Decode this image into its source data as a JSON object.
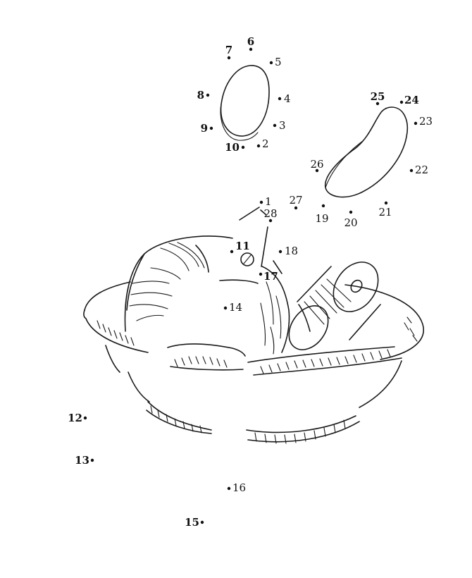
{
  "puzzle": {
    "ink_color": "#111111",
    "background_color": "#ffffff",
    "points": [
      {
        "id": "p1",
        "label": "1"
      },
      {
        "id": "p2",
        "label": "2"
      },
      {
        "id": "p3",
        "label": "3"
      },
      {
        "id": "p4",
        "label": "4"
      },
      {
        "id": "p5",
        "label": "5"
      },
      {
        "id": "p6",
        "label": "6"
      },
      {
        "id": "p7",
        "label": "7"
      },
      {
        "id": "p8",
        "label": "8"
      },
      {
        "id": "p9",
        "label": "9"
      },
      {
        "id": "p10",
        "label": "10"
      },
      {
        "id": "p11",
        "label": "11"
      },
      {
        "id": "p12",
        "label": "12"
      },
      {
        "id": "p13",
        "label": "13"
      },
      {
        "id": "p14",
        "label": "14"
      },
      {
        "id": "p15",
        "label": "15"
      },
      {
        "id": "p16",
        "label": "16"
      },
      {
        "id": "p17",
        "label": "17"
      },
      {
        "id": "p18",
        "label": "18"
      },
      {
        "id": "p19",
        "label": "19"
      },
      {
        "id": "p20",
        "label": "20"
      },
      {
        "id": "p21",
        "label": "21"
      },
      {
        "id": "p22",
        "label": "22"
      },
      {
        "id": "p23",
        "label": "23"
      },
      {
        "id": "p24",
        "label": "24"
      },
      {
        "id": "p25",
        "label": "25"
      },
      {
        "id": "p26",
        "label": "26"
      },
      {
        "id": "p27",
        "label": "27"
      },
      {
        "id": "p28",
        "label": "28"
      }
    ]
  }
}
